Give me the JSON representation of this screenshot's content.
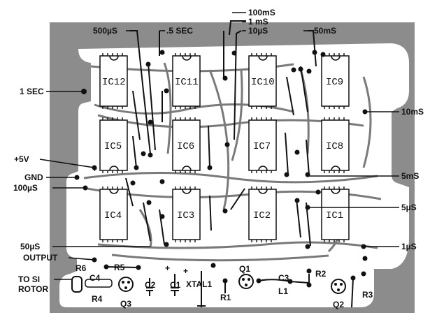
{
  "board": {
    "ics": [
      {
        "id": "ic12",
        "label": "IC12"
      },
      {
        "id": "ic11",
        "label": "IC11"
      },
      {
        "id": "ic10",
        "label": "IC10"
      },
      {
        "id": "ic9",
        "label": "IC9"
      },
      {
        "id": "ic5",
        "label": "IC5"
      },
      {
        "id": "ic6",
        "label": "IC6"
      },
      {
        "id": "ic7",
        "label": "IC7"
      },
      {
        "id": "ic8",
        "label": "IC8"
      },
      {
        "id": "ic4",
        "label": "IC4"
      },
      {
        "id": "ic3",
        "label": "IC3"
      },
      {
        "id": "ic2",
        "label": "IC2"
      },
      {
        "id": "ic1",
        "label": "IC1"
      }
    ],
    "labels": {
      "t100ms": "100mS",
      "t1ms": "1 mS",
      "t10us": "10µS",
      "t500us": "500µS",
      "t5sec": ".5 SEC",
      "t50ms": "50mS",
      "t1sec": "1 SEC",
      "t10ms": "10mS",
      "p5v": "+5V",
      "gnd": "GND",
      "t100us": "100µS",
      "t5ms": "5mS",
      "t5us": "5µS",
      "t50us": "50µS",
      "output": "OUTPUT",
      "t1us": "1µS",
      "tosi1": "TO SI",
      "tosi2": "ROTOR",
      "r6": "R6",
      "r5": "R5",
      "c4": "C4",
      "r4": "R4",
      "q3": "Q3",
      "c2": "C2",
      "c1": "C1",
      "xtal1": "XTAL1",
      "r1": "R1",
      "q1": "Q1",
      "c3": "C3",
      "l1": "L1",
      "r2": "R2",
      "q2": "Q2",
      "r3": "R3"
    }
  },
  "colors": {
    "board": "#8c8c8c",
    "trace_area": "#ffffff",
    "ic_body": "#ffffff",
    "ink": "#111111"
  }
}
